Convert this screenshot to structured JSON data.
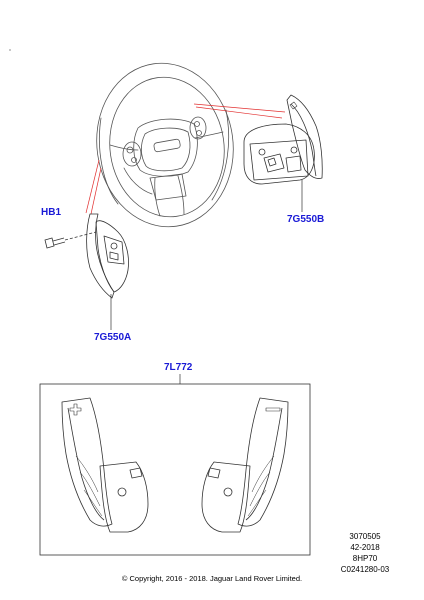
{
  "labels": {
    "hb1": "HB1",
    "p7g550b": "7G550B",
    "p7g550a": "7G550A",
    "p7l772": "7L772"
  },
  "reference": {
    "line1": "3070505",
    "line2": "42-2018",
    "line3": "8HP70",
    "line4": "C0241280-03"
  },
  "copyright": "© Copyright, 2016 - 2018. Jaguar Land Rover Limited.",
  "colors": {
    "label": "#1a1ad6",
    "leader": "#e23030",
    "line": "#333333"
  }
}
